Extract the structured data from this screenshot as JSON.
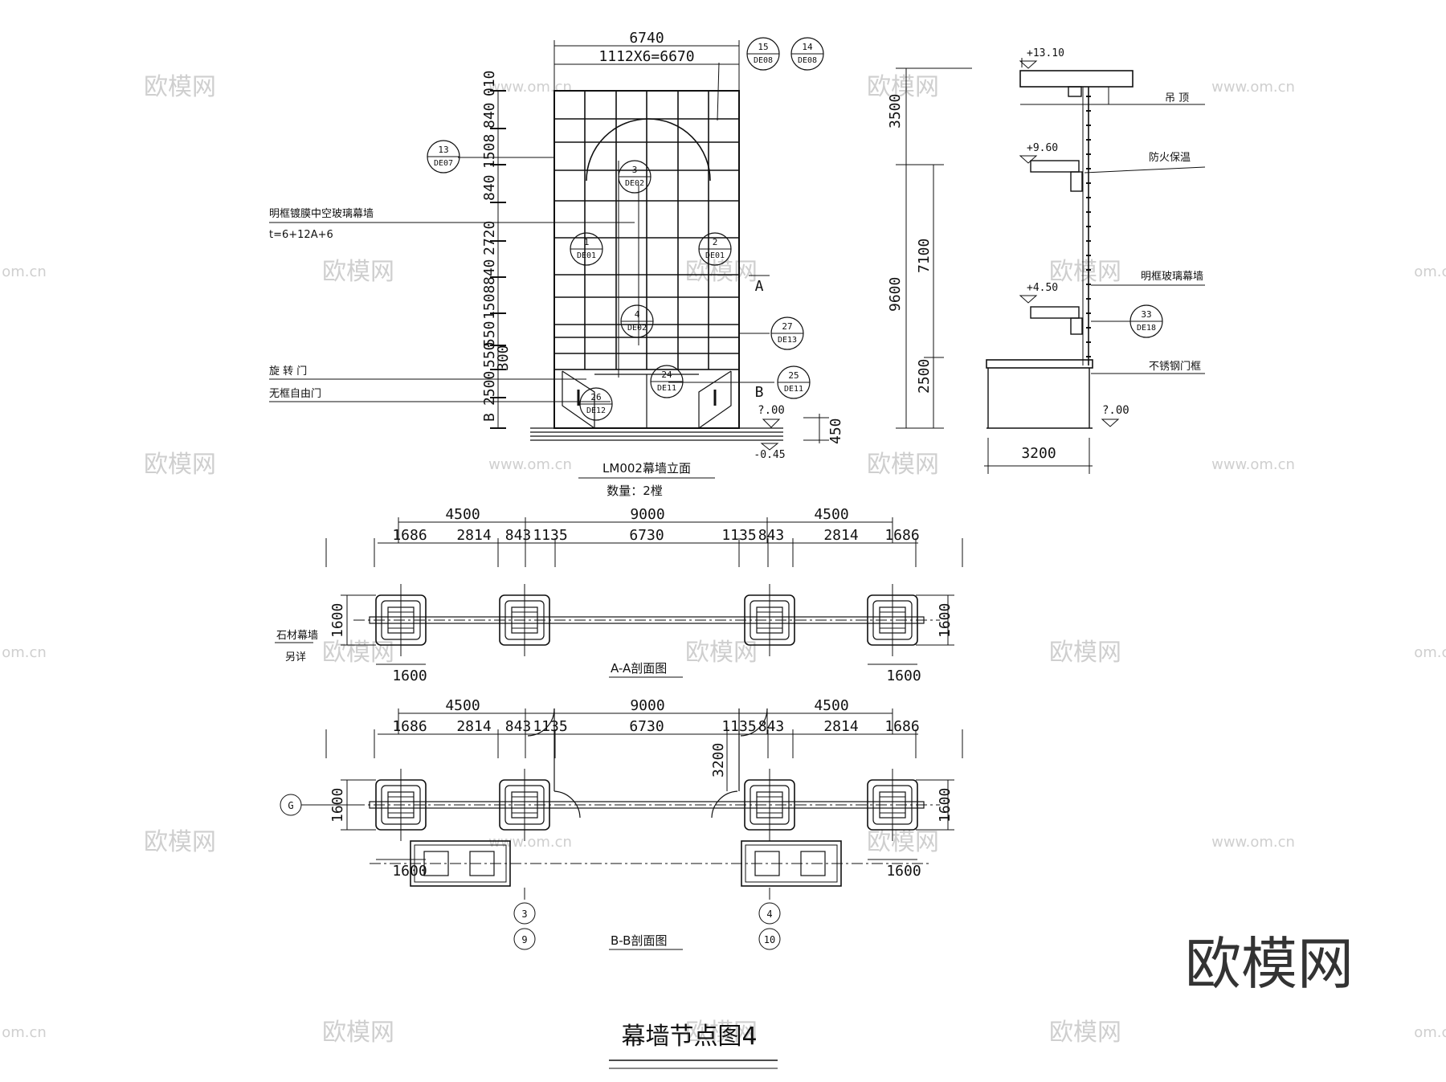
{
  "elevation": {
    "dims": {
      "total_width": "6740",
      "module": "1112X6=6670",
      "left_stack": [
        "010",
        "840",
        "1508",
        "840",
        "2720",
        "840",
        "1508",
        "550",
        "550",
        "300",
        "2500",
        "B"
      ],
      "height_450": "450"
    },
    "labels": {
      "glass_wall": "明框镀膜中空玻璃幕墙",
      "glass_spec": "t=6+12A+6",
      "revolving_door": "旋 转 门",
      "frameless_door": "无框自由门",
      "section_a": "A",
      "section_b": "B",
      "level_000": "?.00",
      "level_neg045": "-0.45"
    },
    "callouts": [
      {
        "num": "15",
        "ref": "DE08"
      },
      {
        "num": "14",
        "ref": "DE08"
      },
      {
        "num": "13",
        "ref": "DE07"
      },
      {
        "num": "3",
        "ref": "DE02"
      },
      {
        "num": "1",
        "ref": "DE01"
      },
      {
        "num": "2",
        "ref": "DE01"
      },
      {
        "num": "4",
        "ref": "DE02"
      },
      {
        "num": "27",
        "ref": "DE13"
      },
      {
        "num": "24",
        "ref": "DE11"
      },
      {
        "num": "25",
        "ref": "DE11"
      },
      {
        "num": "26",
        "ref": "DE12"
      }
    ],
    "title": "LM002幕墙立面",
    "quantity": "数量：2樘"
  },
  "side_section": {
    "levels": [
      "+13.10",
      "+9.60",
      "+4.50",
      "?.00"
    ],
    "dims": [
      "3500",
      "9600",
      "7100",
      "2500",
      "3200"
    ],
    "labels": [
      "吊 顶",
      "防火保温",
      "明框玻璃幕墙",
      "不锈钢门框"
    ],
    "callout": {
      "num": "33",
      "ref": "DE18"
    }
  },
  "section_aa": {
    "top_dims": [
      "4500",
      "9000",
      "4500"
    ],
    "sub_dims": [
      "1686",
      "2814",
      "843",
      "1135",
      "6730",
      "1135",
      "843",
      "2814",
      "1686"
    ],
    "side_dims": [
      "1600",
      "1600",
      "1600",
      "1600"
    ],
    "labels": [
      "石材幕墙",
      "另详"
    ],
    "title": "A-A剖面图"
  },
  "section_bb": {
    "top_dims": [
      "4500",
      "9000",
      "4500"
    ],
    "sub_dims": [
      "1686",
      "2814",
      "843",
      "1135",
      "6730",
      "1135",
      "843",
      "2814",
      "1686"
    ],
    "side_dims": [
      "1600",
      "1600",
      "1600",
      "1600"
    ],
    "door_dim": "3200",
    "axis_g": "G",
    "axis_left": [
      "3",
      "9"
    ],
    "axis_right": [
      "4",
      "10"
    ],
    "title": "B-B剖面图"
  },
  "sheet_title": "幕墙节点图4",
  "watermark": {
    "brand": "欧模网",
    "url": "www.om.cn",
    "short": "om.cn"
  }
}
